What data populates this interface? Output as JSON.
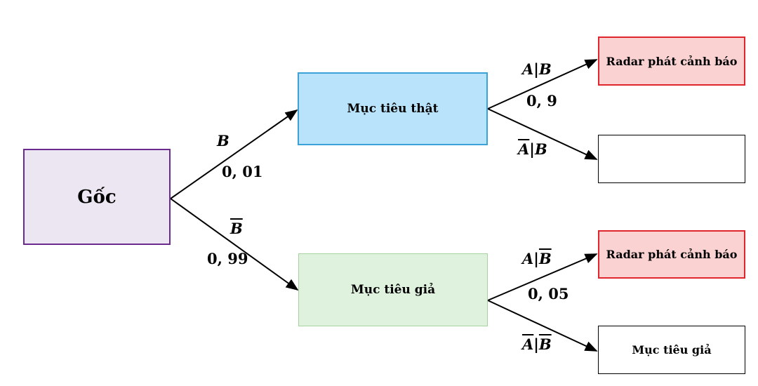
{
  "nodes": {
    "root": "Gốc",
    "true_target": "Mục tiêu thật",
    "false_target": "Mục tiêu giả",
    "true_alarm": "Radar phát cảnh báo",
    "true_no_alarm": "",
    "false_alarm": "Radar phát cảnh báo",
    "false_no_alarm": "Mục tiêu giả"
  },
  "edges": {
    "root_true": {
      "event": "B",
      "prob": "0, 01"
    },
    "root_false": {
      "event": "B",
      "prob": "0, 99"
    },
    "true_alarm": {
      "event_a": "A",
      "sep": "|",
      "event_b": "B",
      "prob": "0, 9"
    },
    "true_no_alarm": {
      "event_a": "A",
      "sep": "|",
      "event_b": "B"
    },
    "false_alarm": {
      "event_a": "A",
      "sep": "|",
      "event_b": "B",
      "prob": "0, 05"
    },
    "false_no_alarm": {
      "event_a": "A",
      "sep": "|",
      "event_b": "B"
    }
  }
}
